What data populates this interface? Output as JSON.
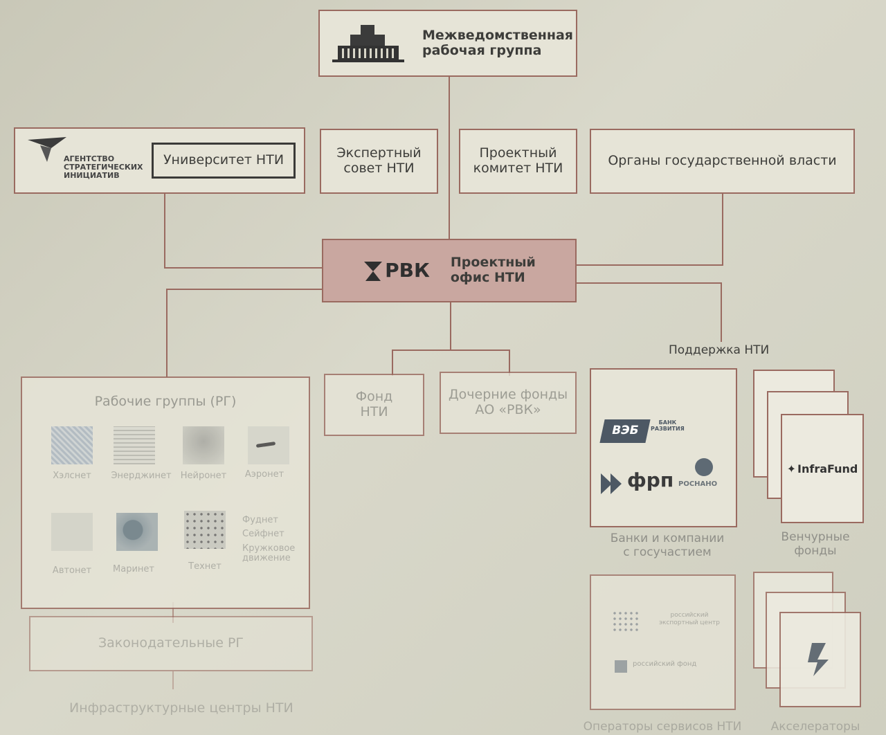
{
  "top": {
    "title_line1": "Межведомственная",
    "title_line2": "рабочая группа"
  },
  "asi": {
    "logo_line1": "АГЕНТСТВО",
    "logo_line2": "СТРАТЕГИЧЕСКИХ",
    "logo_line3": "ИНИЦИАТИВ",
    "university": "Университет НТИ"
  },
  "expert": {
    "line1": "Экспертный",
    "line2": "совет НТИ"
  },
  "project_committee": {
    "line1": "Проектный",
    "line2": "комитет НТИ"
  },
  "gov": {
    "label": "Органы государственной власти"
  },
  "rvk": {
    "logo": "РВК",
    "line1": "Проектный",
    "line2": "офис НТИ"
  },
  "support": {
    "label": "Поддержка НТИ"
  },
  "working_groups": {
    "title": "Рабочие группы (РГ)",
    "items": [
      "Хэлснет",
      "Энерджинет",
      "Нейронет",
      "Аэронет",
      "Автонет",
      "Маринет",
      "Технет"
    ],
    "right_list": [
      "Фуднет",
      "Сейфнет",
      "Кружковое движение"
    ]
  },
  "legislative": {
    "label": "Законодательные РГ"
  },
  "infra": {
    "label": "Инфраструктурные центры НТИ"
  },
  "fund": {
    "line1": "Фонд",
    "line2": "НТИ"
  },
  "subsidiary": {
    "line1": "Дочерние фонды",
    "line2": "АО «РВК»"
  },
  "banks": {
    "veb": "ВЭБ",
    "veb_sub1": "БАНК",
    "veb_sub2": "РАЗВИТИЯ",
    "frp": "фрп",
    "rosnano": "РОСНАНО",
    "caption_line1": "Банки и компании",
    "caption_line2": "с госучастием"
  },
  "venture": {
    "logo": "InfraFund",
    "caption_line1": "Венчурные",
    "caption_line2": "фонды"
  },
  "services": {
    "text1": "российский экспортный центр",
    "text2": "российский фонд",
    "caption": "Операторы сервисов НТИ"
  },
  "accelerators": {
    "caption": "Акселераторы"
  },
  "colors": {
    "line": "#9a6a60",
    "rvk_fill": "#c9a7a0",
    "box_fill": "#e6e4d7"
  }
}
